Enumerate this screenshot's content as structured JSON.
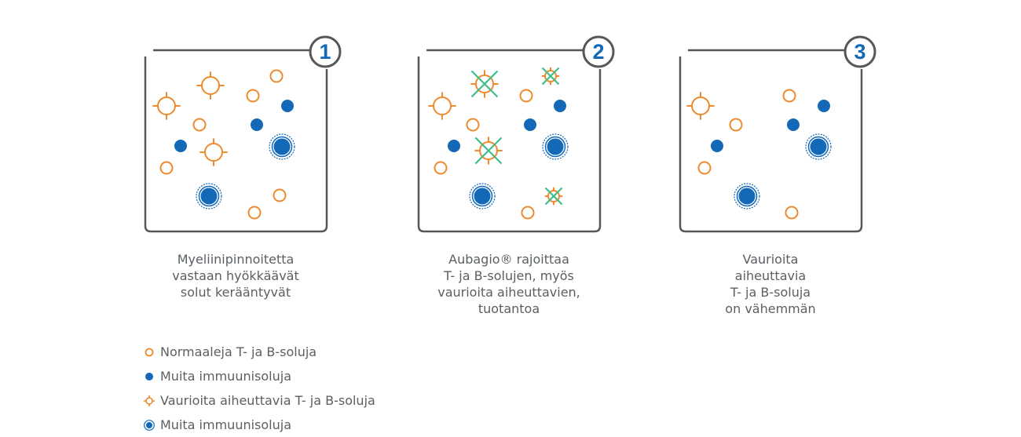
{
  "colors": {
    "orange": "#EE8A2E",
    "blue": "#1369B8",
    "frame": "#54585B",
    "cross": "#3DBE8A"
  },
  "panels": [
    {
      "number": "1",
      "caption": [
        "Myeliinipinnoitetta",
        "vastaan hyökkäävät",
        "solut kerääntyvät"
      ]
    },
    {
      "number": "2",
      "caption": [
        "Aubagio® rajoittaa",
        "T- ja B-solujen, myös",
        "vaurioita aiheuttavien,",
        "tuotantoa"
      ]
    },
    {
      "number": "3",
      "caption": [
        "Vaurioita",
        "aiheuttavia",
        "T- ja B-soluja",
        "on vähemmän"
      ]
    }
  ],
  "legend": [
    {
      "icon": "orange-ring-icon",
      "label": "Normaaleja T- ja B-soluja"
    },
    {
      "icon": "blue-dot-icon",
      "label": "Muita immuunisoluja"
    },
    {
      "icon": "orange-targeted-ring-icon",
      "label": "Vaurioita aiheuttavia T- ja B-soluja"
    },
    {
      "icon": "blue-ringed-dot-icon",
      "label": "Muita immuunisoluja"
    }
  ]
}
